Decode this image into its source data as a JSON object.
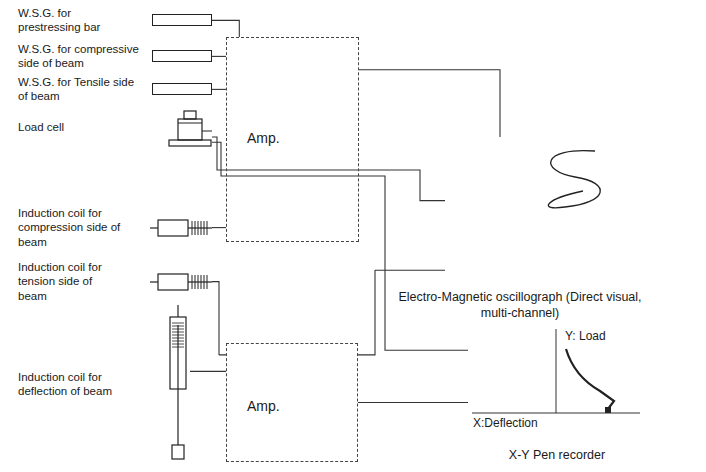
{
  "diagram": {
    "nodes": [
      {
        "text": [
          "W.S.G. for prestressing bar"
        ]
      },
      {
        "text": [
          "W.S.G. for compressive side of beam"
        ]
      },
      {
        "text": [
          "W.S.G. for Tensile side of beam"
        ]
      },
      {
        "text": [
          "Load cell"
        ]
      },
      {
        "text": [
          "Induction coil for compression side of beam"
        ]
      },
      {
        "text": [
          "Induction coil for tension side of beam"
        ]
      },
      {
        "text": [
          "Induction coil for deflection of beam"
        ]
      },
      {
        "text": [
          "Amp."
        ]
      },
      {
        "text": [
          "Amp."
        ]
      },
      {
        "text": [
          "Electro-Magnetic oscillograph (Direct visual, multi-channel)"
        ]
      },
      {
        "text": [
          "Y: Load",
          "X:Deflection",
          "X-Y Pen recorder"
        ]
      }
    ],
    "edges": [
      {
        "from": 0,
        "to": 7,
        "arrow": "none"
      },
      {
        "from": 1,
        "to": 7,
        "arrow": "none"
      },
      {
        "from": 2,
        "to": 7,
        "arrow": "none"
      },
      {
        "from": 3,
        "to": 9,
        "arrow": "none"
      },
      {
        "from": 3,
        "to": 10,
        "arrow": "none"
      },
      {
        "from": 4,
        "to": 7,
        "arrow": "none"
      },
      {
        "from": 5,
        "to": 8,
        "arrow": "none"
      },
      {
        "from": 6,
        "to": 8,
        "arrow": "none"
      },
      {
        "from": 7,
        "to": 9,
        "arrow": "none"
      },
      {
        "from": 8,
        "to": 9,
        "arrow": "none"
      },
      {
        "from": 8,
        "to": 10,
        "arrow": "none"
      }
    ]
  }
}
